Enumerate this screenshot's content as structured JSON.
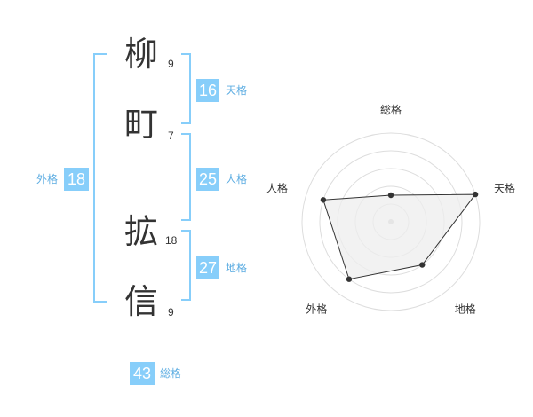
{
  "colors": {
    "accent": "#87cefa",
    "label": "#5dade2",
    "bracket": "#87cefa",
    "text": "#333333",
    "radar_fill": "#eeeeee",
    "radar_line": "#333333",
    "radar_grid": "#dddddd"
  },
  "name": {
    "characters": [
      {
        "char": "柳",
        "strokes": "9"
      },
      {
        "char": "町",
        "strokes": "7"
      },
      {
        "char": "拡",
        "strokes": "18"
      },
      {
        "char": "信",
        "strokes": "9"
      }
    ]
  },
  "kaku": {
    "tenkaku": {
      "label": "天格",
      "value": "16"
    },
    "jinkaku": {
      "label": "人格",
      "value": "25"
    },
    "chikaku": {
      "label": "地格",
      "value": "27"
    },
    "gaikaku": {
      "label": "外格",
      "value": "18"
    },
    "soukaku": {
      "label": "総格",
      "value": "43"
    }
  },
  "chart_data": {
    "type": "radar",
    "axes": [
      "総格",
      "天格",
      "地格",
      "外格",
      "人格"
    ],
    "values": [
      0.3,
      1.0,
      0.6,
      0.8,
      0.8
    ],
    "range": [
      0,
      1
    ],
    "grid_levels": 5
  }
}
